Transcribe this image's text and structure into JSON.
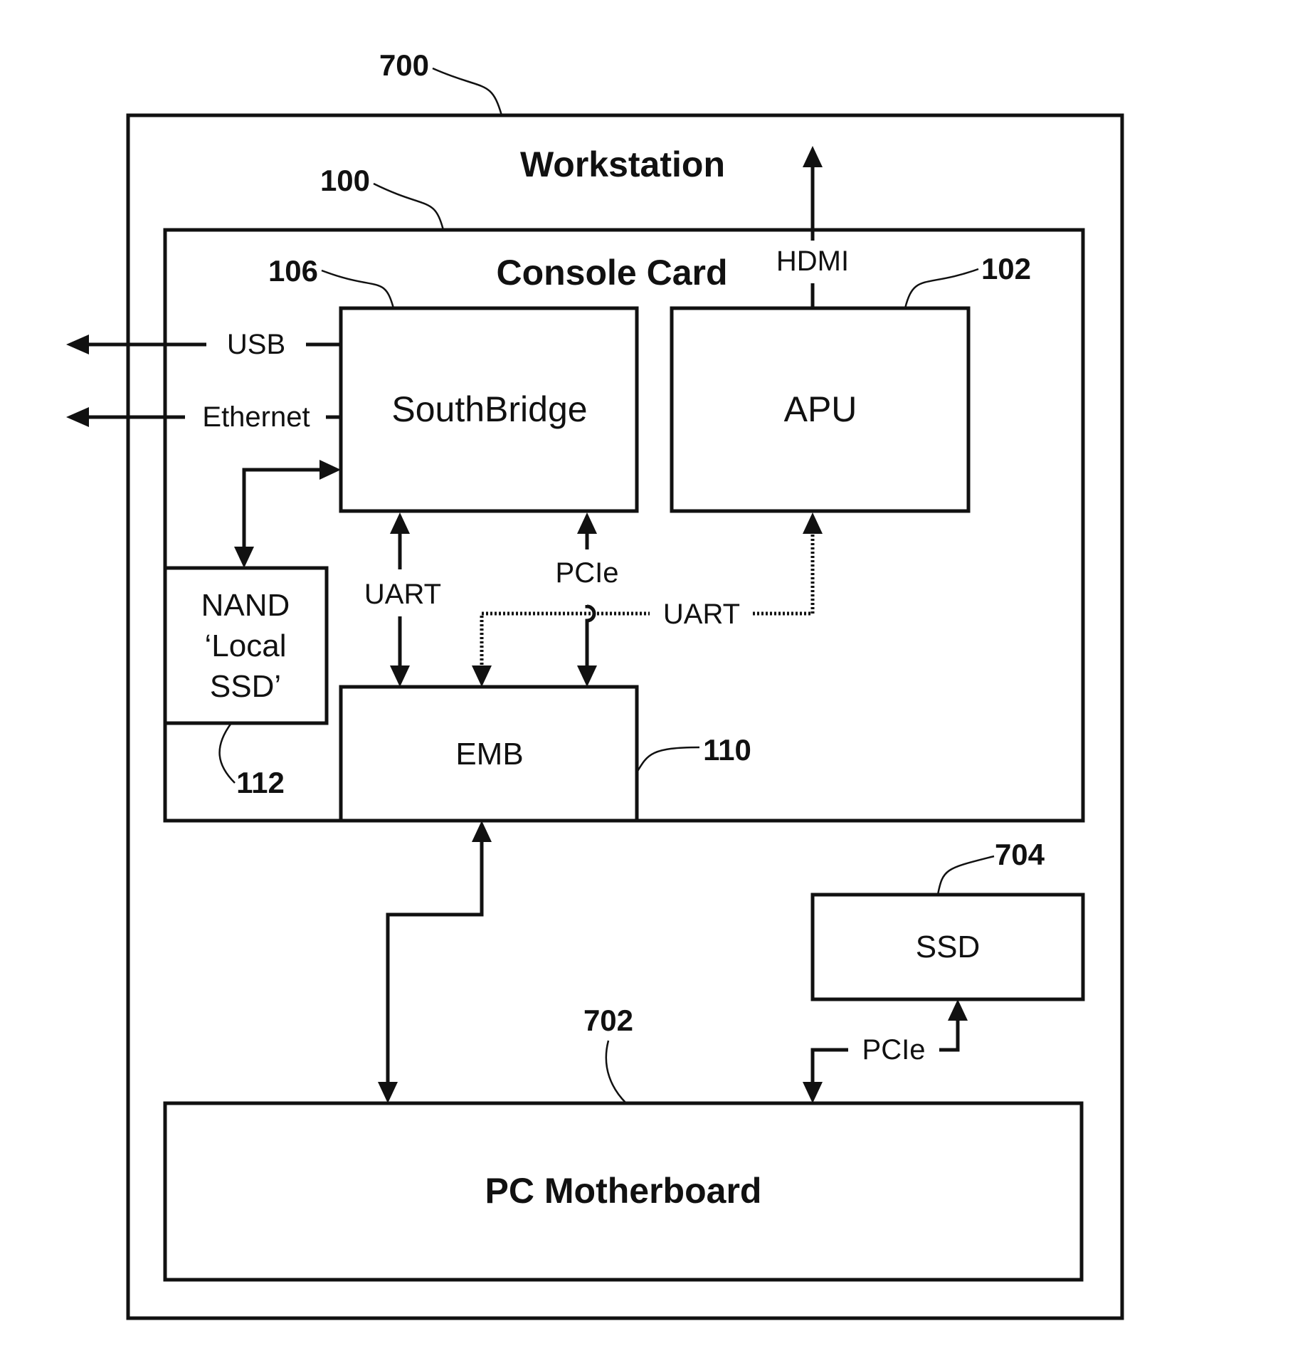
{
  "workstation": {
    "title": "Workstation",
    "ref": "700"
  },
  "console_card": {
    "title": "Console Card",
    "ref": "100"
  },
  "southbridge": {
    "label": "SouthBridge",
    "ref": "106"
  },
  "apu": {
    "label": "APU",
    "ref": "102"
  },
  "nand": {
    "line1": "NAND",
    "line2": "‘Local",
    "line3": "SSD’",
    "ref": "112"
  },
  "emb": {
    "label": "EMB",
    "ref": "110"
  },
  "ssd": {
    "label": "SSD",
    "ref": "704"
  },
  "motherboard": {
    "label": "PC Motherboard",
    "ref": "702"
  },
  "links": {
    "usb": "USB",
    "ethernet": "Ethernet",
    "hdmi": "HDMI",
    "uart_sb_emb": "UART",
    "pcie_sb_emb": "PCIe",
    "uart_apu_emb": "UART",
    "pcie_mb_ssd": "PCIe"
  }
}
